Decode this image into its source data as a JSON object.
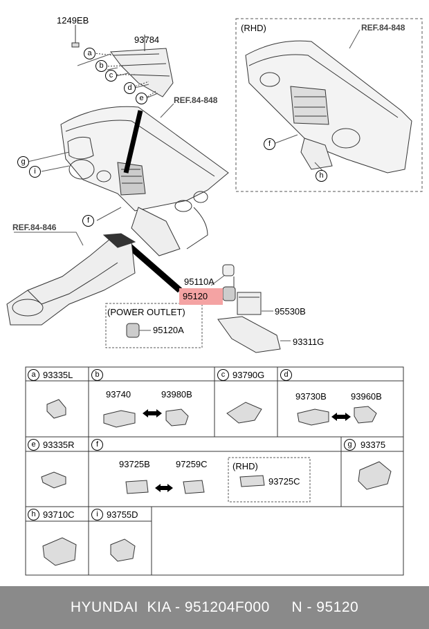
{
  "callouts": {
    "p1249eb": "1249EB",
    "p93784": "93784",
    "p95110a": "95110A",
    "p95120": "95120",
    "p95530b": "95530B",
    "p93311g": "93311G",
    "p95120a": "95120A",
    "power_outlet": "(POWER OUTLET)",
    "rhd": "(RHD)",
    "ref_top": "REF.84-848",
    "ref_mid": "REF.84-848",
    "ref_left": "REF.84-846"
  },
  "letters": {
    "a": "a",
    "b": "b",
    "c": "c",
    "d": "d",
    "e": "e",
    "f": "f",
    "g": "g",
    "h": "h",
    "i": "i"
  },
  "table": {
    "a_code": "93335L",
    "b_left": "93740",
    "b_right": "93980B",
    "c_code": "93790G",
    "d_left": "93730B",
    "d_right": "93960B",
    "e_code": "93335R",
    "f_left": "93725B",
    "f_mid": "97259C",
    "f_rhd": "(RHD)",
    "f_rhd_code": "93725C",
    "g_code": "93375",
    "h_code": "93710C",
    "i_code": "93755D"
  },
  "footer": {
    "text": "HYUNDAI  KIA - 951204F000     N - 95120"
  },
  "colors": {
    "highlight": "#f4a3a3",
    "footer_bg": "#8a8a8a"
  }
}
